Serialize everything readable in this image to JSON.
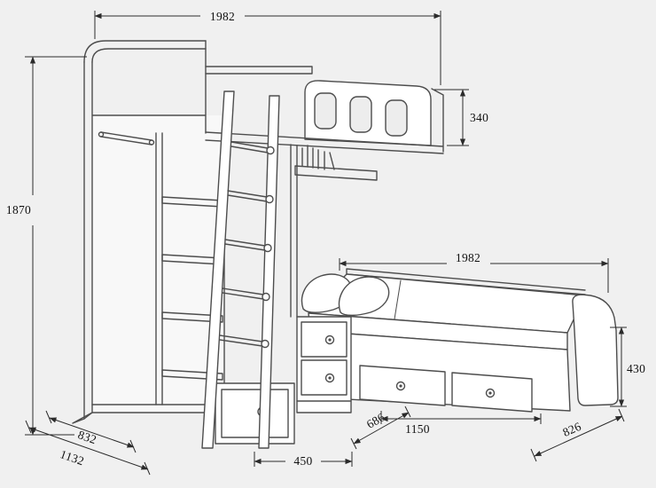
{
  "colors": {
    "background": "#f0f0f0",
    "furniture_line": "#4d4d4d",
    "dimension_line": "#2b2b2b",
    "panel_fill": "#ffffff",
    "text": "#111111"
  },
  "dims": {
    "top_width": "1982",
    "overall_height": "1870",
    "rail_height": "340",
    "bed_length": "1982",
    "bed_height": "430",
    "wardrobe_depth": "832",
    "overall_depth": "1132",
    "ladder_depth": "450",
    "cabinet_depth": "686",
    "drawer_span": "1150",
    "bed_width": "826"
  }
}
